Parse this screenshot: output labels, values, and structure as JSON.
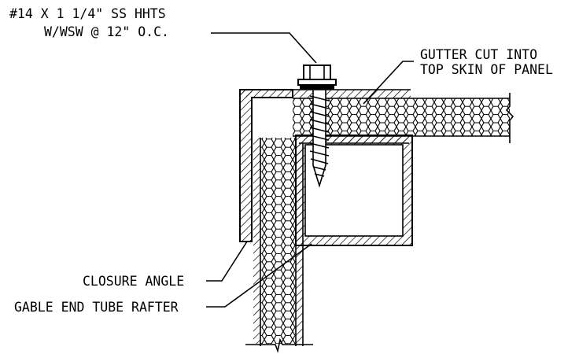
{
  "callouts": {
    "screw_line1": "#14 X 1 1/4\" SS HHTS",
    "screw_line2": "W/WSW @ 12\" O.C.",
    "gutter_line1": "GUTTER CUT INTO",
    "gutter_line2": "TOP SKIN OF PANEL",
    "closure": "CLOSURE ANGLE",
    "rafter": "GABLE END TUBE RAFTER"
  },
  "icons": {
    "screw": "hex-head-screw-icon",
    "insulation": "honeycomb-core-pattern"
  }
}
